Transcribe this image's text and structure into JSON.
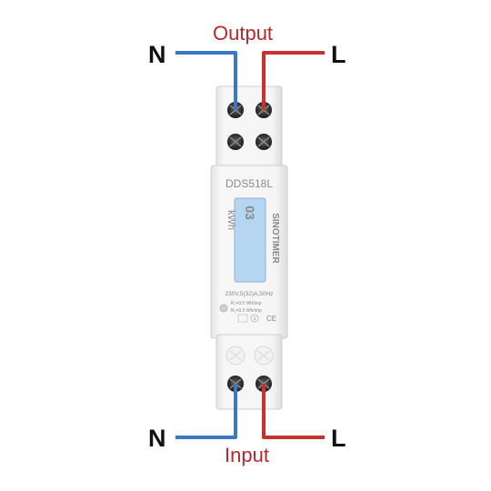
{
  "labels": {
    "top_left": "N",
    "top_right": "L",
    "top_title": "Output",
    "bottom_left": "N",
    "bottom_right": "L",
    "bottom_title": "Input"
  },
  "device": {
    "model": "DDS518L",
    "unit": "kWh",
    "lcd_value": "03",
    "brand": "SINOTIMER",
    "rating": "230V,5(32)A,50Hz",
    "spec_line_1": "R₁=0.5 Wh/imp",
    "spec_line_2": "R₂=0.5 Wh/imp",
    "mark_1": "1",
    "mark_2": "CE"
  },
  "colors": {
    "neutral_wire": "#3a78c6",
    "live_wire": "#c8312e",
    "io_text": "#b6282a",
    "lcd": "#b5d6f0"
  }
}
